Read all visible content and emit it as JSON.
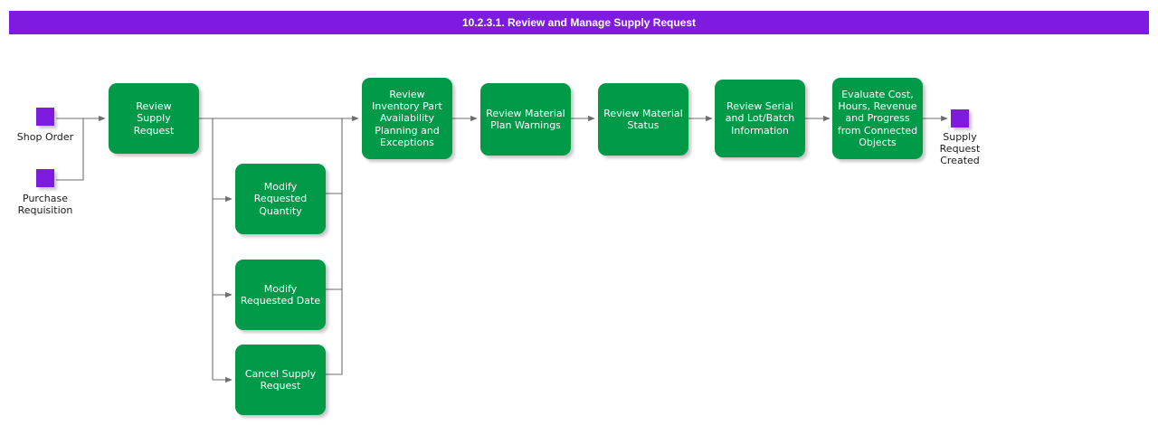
{
  "header": {
    "title": "10.2.3.1. Review and Manage Supply Request",
    "background_color": "#7f1ae0",
    "text_color": "#ffffff"
  },
  "colors": {
    "process_green": "#009a48",
    "terminator_purple": "#7f1ae0",
    "connector_gray": "#6e6e6e",
    "label_text": "#1a1a1a"
  },
  "diagram": {
    "type": "process-flow",
    "start_nodes": [
      {
        "id": "shop-order",
        "label": "Shop Order",
        "shape": "terminator"
      },
      {
        "id": "purchase-requisition",
        "label": "Purchase\nRequisition",
        "shape": "terminator"
      }
    ],
    "end_nodes": [
      {
        "id": "supply-request-created",
        "label": "Supply\nRequest\nCreated",
        "shape": "terminator"
      }
    ],
    "main_flow": [
      {
        "id": "review-supply-request",
        "label": "Review\nSupply\nRequest"
      },
      {
        "id": "review-inventory-part-availability",
        "label": "Review\nInventory Part\nAvailability\nPlanning and\nExceptions"
      },
      {
        "id": "review-material-plan-warnings",
        "label": "Review Material\nPlan Warnings"
      },
      {
        "id": "review-material-status",
        "label": "Review Material\nStatus"
      },
      {
        "id": "review-serial-and-lot-batch-information",
        "label": "Review Serial\nand Lot/Batch\nInformation"
      },
      {
        "id": "evaluate-cost-hours-revenue-progress",
        "label": "Evaluate Cost,\nHours, Revenue\nand Progress\nfrom Connected\nObjects"
      }
    ],
    "branch_flow": [
      {
        "id": "modify-requested-quantity",
        "label": "Modify\nRequested\nQuantity"
      },
      {
        "id": "modify-requested-date",
        "label": "Modify\nRequested Date"
      },
      {
        "id": "cancel-supply-request",
        "label": "Cancel Supply\nRequest"
      }
    ]
  }
}
